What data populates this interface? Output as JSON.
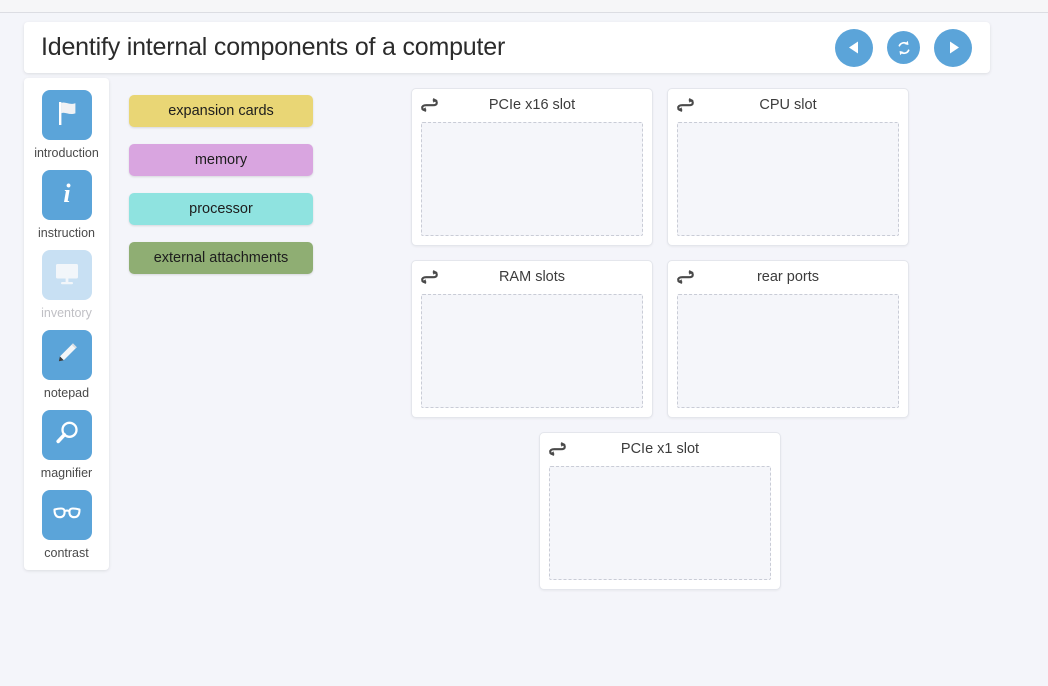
{
  "top_strip": {
    "text": "·            ·              ·"
  },
  "header": {
    "title": "Identify internal components of a computer",
    "buttons": [
      {
        "name": "previous-button",
        "icon": "triangle-left-icon",
        "label": "Previous"
      },
      {
        "name": "reset-button",
        "icon": "refresh-icon",
        "label": "Reset"
      },
      {
        "name": "next-button",
        "icon": "triangle-right-icon",
        "label": "Next"
      }
    ]
  },
  "sidebar": {
    "items": [
      {
        "label": "introduction",
        "icon": "flag-icon",
        "disabled": false
      },
      {
        "label": "instruction",
        "icon": "info-icon",
        "disabled": false
      },
      {
        "label": "inventory",
        "icon": "monitor-icon",
        "disabled": true
      },
      {
        "label": "notepad",
        "icon": "pencil-icon",
        "disabled": false
      },
      {
        "label": "magnifier",
        "icon": "magnifier-icon",
        "disabled": false
      },
      {
        "label": "contrast",
        "icon": "glasses-icon",
        "disabled": false
      }
    ]
  },
  "chips": [
    {
      "label": "expansion cards",
      "color": "#e9d675"
    },
    {
      "label": "memory",
      "color": "#d9a5e0"
    },
    {
      "label": "processor",
      "color": "#8fe3e0"
    },
    {
      "label": "external attachments",
      "color": "#8fae73"
    }
  ],
  "cards": [
    {
      "title": "PCIe x16 slot",
      "icon": "swap-icon",
      "dropped": ""
    },
    {
      "title": "CPU slot",
      "icon": "swap-icon",
      "dropped": ""
    },
    {
      "title": "RAM slots",
      "icon": "swap-icon",
      "dropped": ""
    },
    {
      "title": "rear ports",
      "icon": "swap-icon",
      "dropped": ""
    },
    {
      "title": "PCIe x1 slot",
      "icon": "swap-icon",
      "dropped": ""
    }
  ],
  "colors": {
    "accent": "#5ba4d9",
    "accent_disabled": "#c8e0f3",
    "page_background": "#f4f5fa",
    "panel": "#ffffff"
  }
}
